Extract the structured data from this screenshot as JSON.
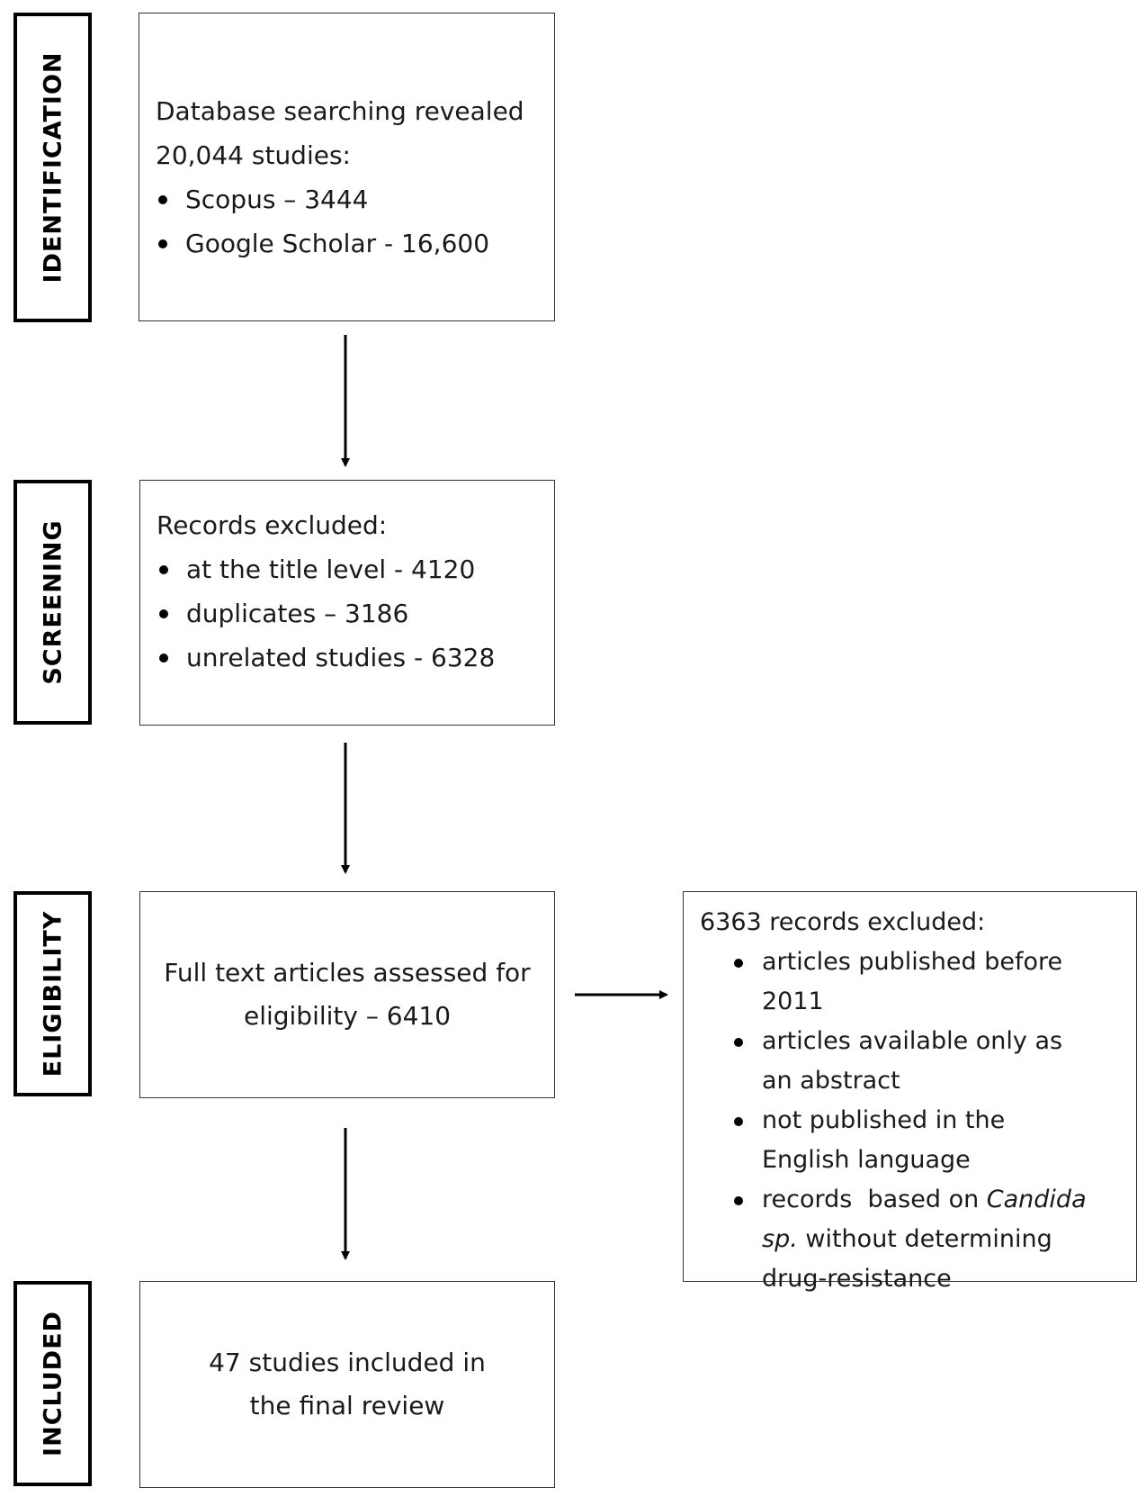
{
  "stages": [
    {
      "label": "IDENTIFICATION"
    },
    {
      "label": "SCREENING"
    },
    {
      "label": "ELIGIBILITY"
    },
    {
      "label": "INCLUDED"
    }
  ],
  "identification": {
    "intro": "Database searching revealed 20,044 studies:",
    "items": [
      "Scopus – 3444",
      "Google Scholar - 16,600"
    ]
  },
  "screening": {
    "intro": "Records excluded:",
    "items": [
      "at the title level - 4120",
      "duplicates – 3186",
      "unrelated studies - 6328"
    ]
  },
  "eligibility": {
    "text": "Full text articles assessed for eligibility – 6410"
  },
  "exclusions": {
    "intro": "6363 records excluded:",
    "items": [
      "articles published before 2011",
      "articles available only as an abstract",
      "not published in the English language"
    ],
    "last_item_prefix": "records  based on ",
    "last_item_italic": "Candida sp.",
    "last_item_suffix": "without determining drug-resistance"
  },
  "included": {
    "text": "47 studies included in the final review"
  }
}
